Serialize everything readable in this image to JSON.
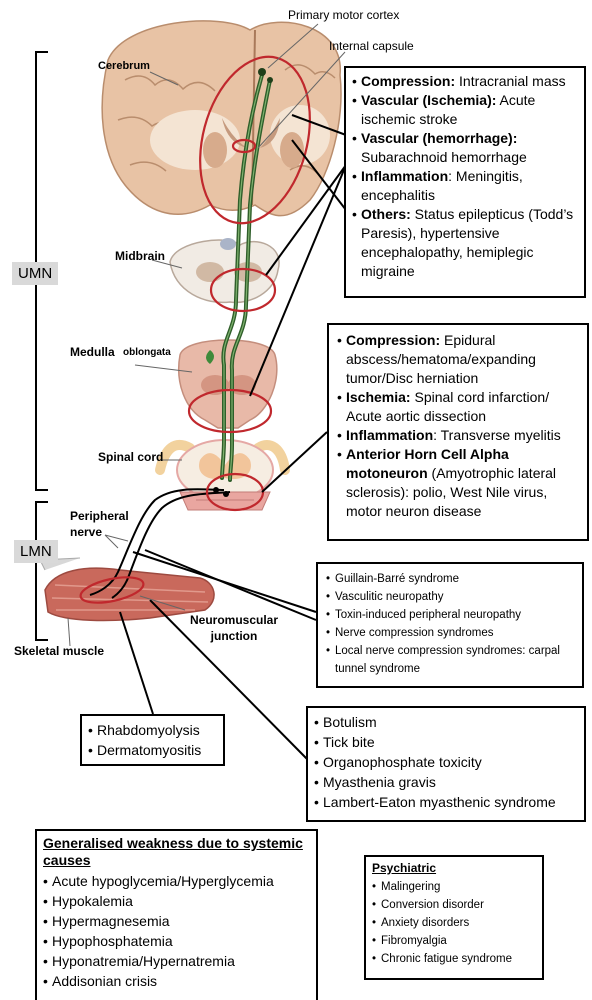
{
  "labels": {
    "primary_motor_cortex": "Primary motor cortex",
    "internal_capsule": "Internal capsule",
    "cerebrum": "Cerebrum",
    "midbrain": "Midbrain",
    "medulla": "Medulla",
    "oblongata": "oblongata",
    "spinal_cord": "Spinal cord",
    "peripheral_nerve": "Peripheral\nnerve",
    "neuromuscular_junction": "Neuromuscular\njunction",
    "skeletal_muscle": "Skeletal muscle"
  },
  "levels": {
    "umn": "UMN",
    "lmn": "LMN"
  },
  "upper_motor_neuron_causes": [
    {
      "title": "Compression:",
      "text": " Intracranial mass"
    },
    {
      "title": "Vascular (Ischemia):",
      "text": " Acute ischemic stroke"
    },
    {
      "title": "Vascular (hemorrhage):",
      "text": " Subarachnoid hemorrhage"
    },
    {
      "title": "Inflammation",
      "text": ": Meningitis, encephalitis"
    },
    {
      "title": "Others:",
      "text": " Status epilepticus (Todd’s Paresis), hypertensive encephalopathy, hemiplegic migraine"
    }
  ],
  "spinal_cord_causes": [
    {
      "title": "Compression:",
      "text": " Epidural abscess/hematoma/expanding tumor/Disc herniation"
    },
    {
      "title": "Ischemia:",
      "text": " Spinal cord infarction/ Acute aortic dissection"
    },
    {
      "title": "Inflammation",
      "text": ": Transverse myelitis"
    },
    {
      "title": "Anterior Horn Cell Alpha motoneuron",
      "text": " (Amyotrophic lateral sclerosis): polio, West Nile virus, motor neuron disease"
    }
  ],
  "peripheral_nerve_causes": [
    "Guillain-Barré syndrome",
    "Vasculitic neuropathy",
    "Toxin-induced peripheral neuropathy",
    "Nerve compression syndromes",
    "Local nerve compression syndromes: carpal tunnel syndrome"
  ],
  "muscle_causes": [
    "Rhabdomyolysis",
    "Dermatomyositis"
  ],
  "nmj_causes": [
    "Botulism",
    "Tick bite",
    "Organophosphate toxicity",
    "Myasthenia gravis",
    "Lambert-Eaton myasthenic syndrome"
  ],
  "systemic": {
    "heading": "Generalised weakness due to systemic causes",
    "items": [
      "Acute hypoglycemia/Hyperglycemia",
      "Hypokalemia",
      "Hypermagnesemia",
      "Hypophosphatemia",
      "Hyponatremia/Hypernatremia",
      "Addisonian crisis"
    ]
  },
  "psychiatric": {
    "heading": "Psychiatric",
    "items": [
      "Malingering",
      "Conversion disorder",
      "Anxiety disorders",
      "Fibromyalgia",
      "Chronic fatigue syndrome"
    ]
  },
  "colors": {
    "highlight_ellipse": "#c0282d",
    "motor_tract": "#2f5e2a",
    "brain_tissue": "#e8c3a5",
    "muscle": "#c9695c",
    "level_tag": "#d9d9d9"
  }
}
